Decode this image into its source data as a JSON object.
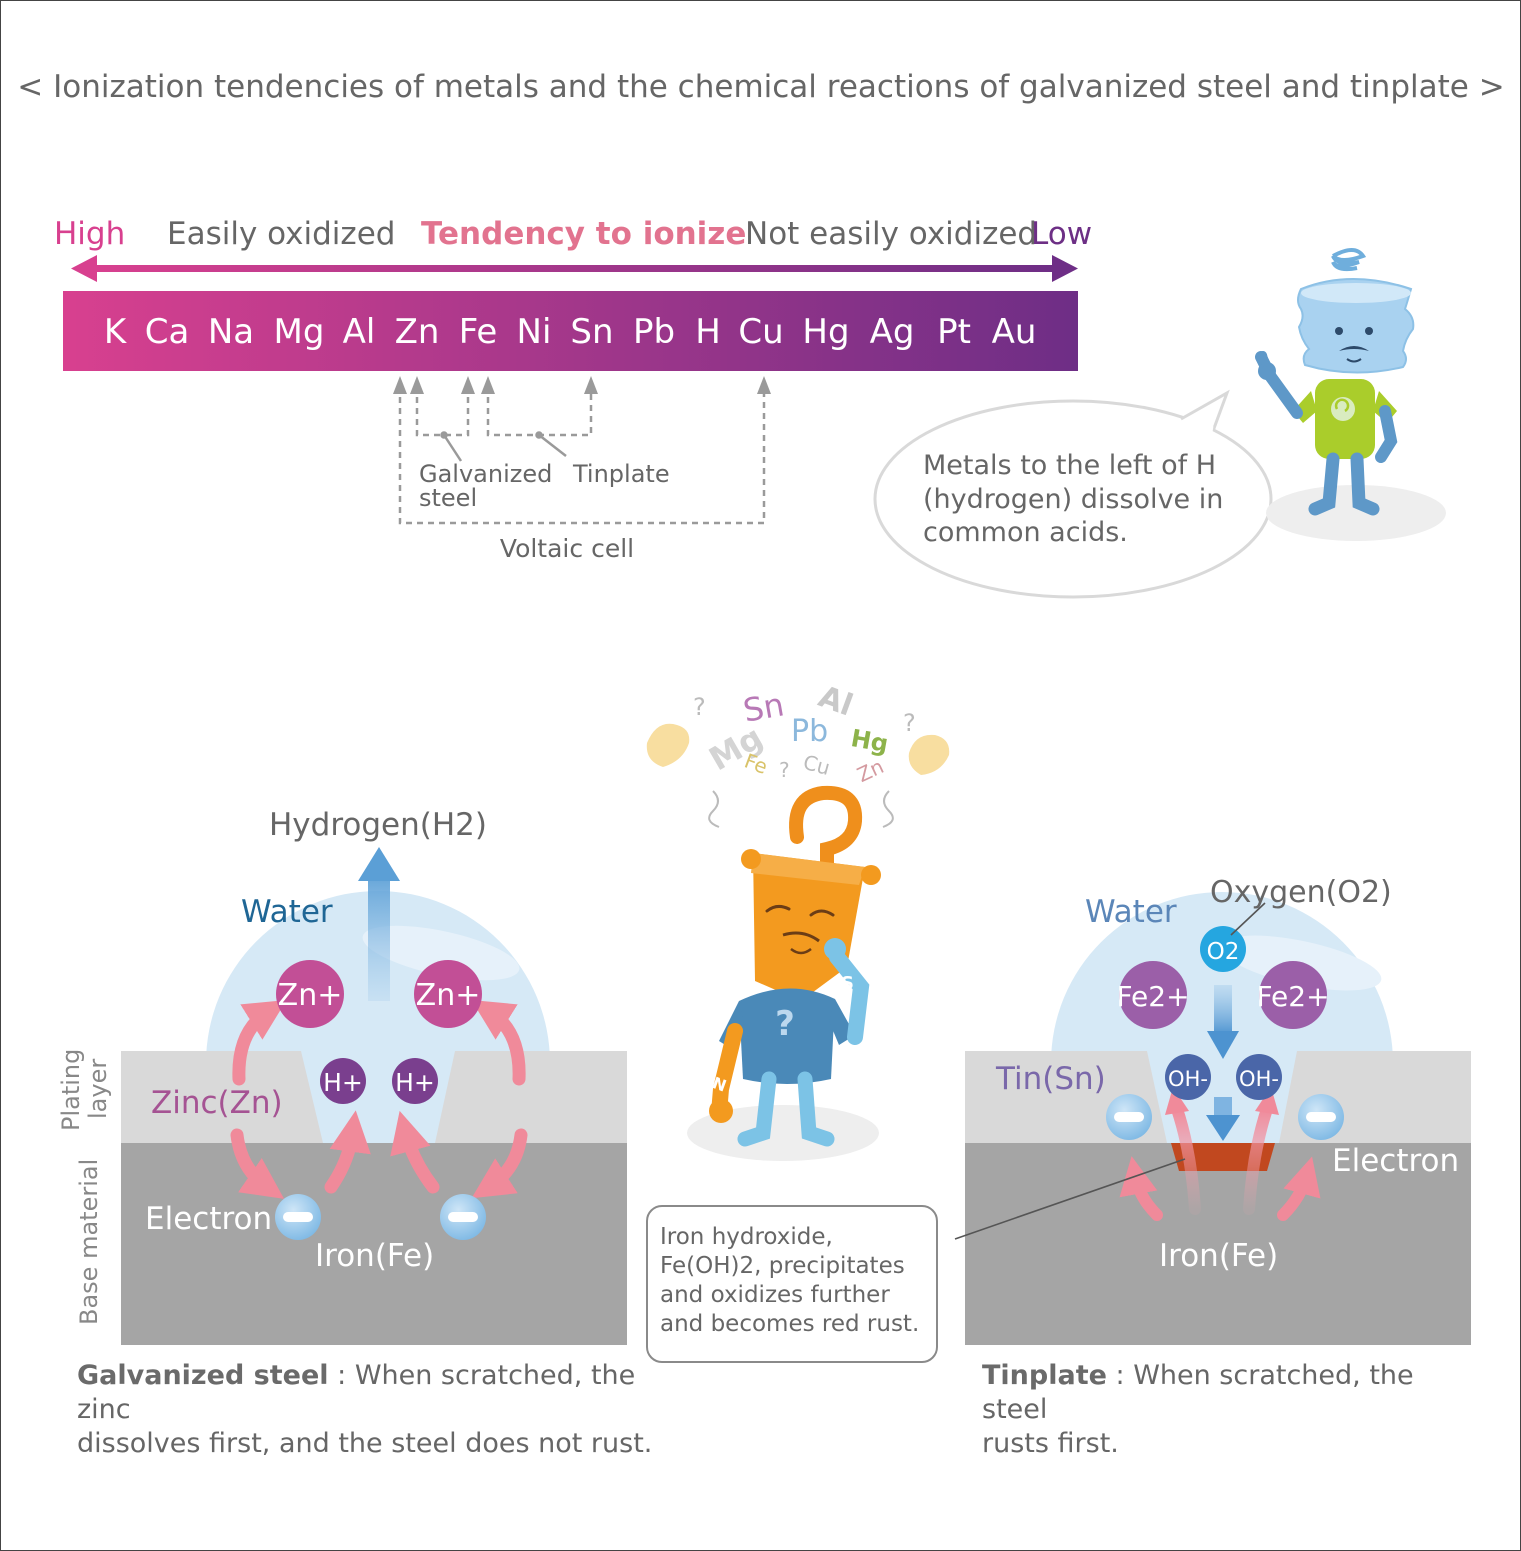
{
  "title": "< Ionization tendencies of metals and the chemical reactions of galvanized steel and tinplate >",
  "scale": {
    "high": "High",
    "easily": "Easily oxidized",
    "tendency": "Tendency to ionize",
    "not_easily": "Not easily oxidized",
    "low": "Low",
    "elements": [
      "K",
      "Ca",
      "Na",
      "Mg",
      "Al",
      "Zn",
      "Fe",
      "Ni",
      "Sn",
      "Pb",
      "H",
      "Cu",
      "Hg",
      "Ag",
      "Pt",
      "Au"
    ],
    "galvanized": [
      "Galvanized",
      "steel"
    ],
    "tinplate": "Tinplate",
    "voltaic": "Voltaic cell"
  },
  "bubble": [
    "Metals to the left of H",
    "(hydrogen) dissolve in",
    "common acids."
  ],
  "confused": {
    "floating": [
      "?",
      "Mg",
      "Sn",
      "Pb",
      "Al",
      "Hg",
      "?",
      "Fe",
      "?",
      "Cu",
      "Zn"
    ],
    "shirt_mark": "?",
    "arm_s": "S",
    "arm_n": "N"
  },
  "galv": {
    "hydrogen": "Hydrogen(H2)",
    "water": "Water",
    "zn_ion": "Zn+",
    "h_ion": "H+",
    "zinc": "Zinc(Zn)",
    "electron": "Electron",
    "iron": "Iron(Fe)",
    "plating_layer": [
      "Plating",
      "layer"
    ],
    "base_material": "Base material",
    "caption_bold": "Galvanized steel",
    "caption_line1": ": When scratched, the zinc",
    "caption_line2": "dissolves first, and the steel does not rust."
  },
  "tin": {
    "water": "Water",
    "oxygen": "Oxygen(O2)",
    "o2": "O2",
    "fe_ion": "Fe2+",
    "oh_ion": "OH-",
    "tin": "Tin(Sn)",
    "electron": "Electron",
    "iron": "Iron(Fe)",
    "caption_bold": "Tinplate",
    "caption_line1": ": When scratched, the steel",
    "caption_line2": "rusts first."
  },
  "note": "Iron hydroxide, Fe(OH)2, precipitates and oxidizes further and becomes red rust.",
  "colors": {
    "magenta": "#d8408f",
    "purple": "#6d2f85",
    "plating": "#d9d9d9",
    "base": "#a5a5a5",
    "water": "#d6e9f6",
    "rust": "#c1481f"
  }
}
